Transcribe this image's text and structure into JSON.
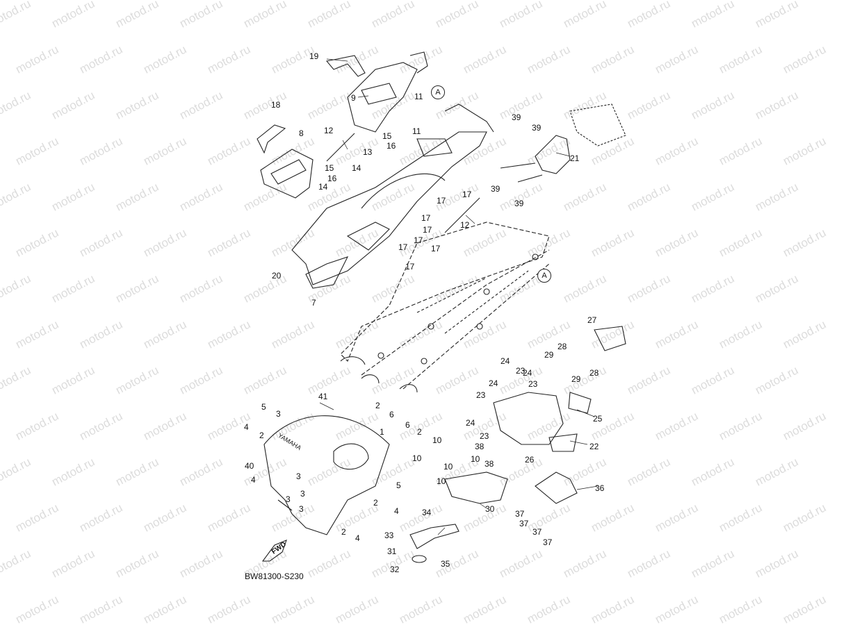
{
  "diagram": {
    "code": "BW81300-S230",
    "fwd_label": "FWD",
    "brand_label": "YAMAHA",
    "ref_marks": [
      "A",
      "A"
    ],
    "watermark": "motod.ru",
    "part_labels": [
      "19",
      "9",
      "11",
      "11",
      "18",
      "8",
      "12",
      "15",
      "16",
      "13",
      "14",
      "15",
      "16",
      "14",
      "17",
      "17",
      "12",
      "17",
      "17",
      "17",
      "17",
      "17",
      "17",
      "39",
      "39",
      "39",
      "39",
      "21",
      "20",
      "7",
      "27",
      "28",
      "29",
      "28",
      "29",
      "24",
      "24",
      "24",
      "23",
      "23",
      "23",
      "24",
      "23",
      "25",
      "22",
      "41",
      "5",
      "3",
      "2",
      "6",
      "6",
      "2",
      "1",
      "4",
      "2",
      "40",
      "4",
      "3",
      "3",
      "3",
      "3",
      "5",
      "4",
      "2",
      "4",
      "2",
      "10",
      "10",
      "10",
      "10",
      "10",
      "38",
      "38",
      "26",
      "30",
      "36",
      "37",
      "37",
      "37",
      "37",
      "34",
      "33",
      "31",
      "35",
      "32"
    ]
  }
}
